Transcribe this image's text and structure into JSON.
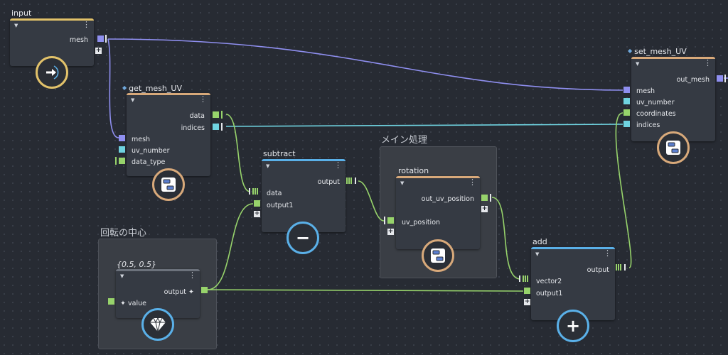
{
  "colors": {
    "background": "#272b33",
    "node_body": "#353a43",
    "mesh_port": "#8f8ff0",
    "uv_port": "#6fd3e0",
    "data_port": "#97d36b",
    "accent_yellow": "#e2c26a",
    "accent_orange": "#d8a97a",
    "accent_blue": "#5ab0e8"
  },
  "groups": {
    "main_process": {
      "title": "メイン処理"
    },
    "rotation_center": {
      "title": "回転の中心"
    }
  },
  "nodes": {
    "input": {
      "title": "input",
      "outputs": [
        "mesh"
      ],
      "icon": "arrow-right-icon"
    },
    "get_mesh_uv": {
      "title": "get_mesh_UV",
      "outputs": [
        "data",
        "indices"
      ],
      "inputs": [
        "mesh",
        "uv_number",
        "data_type"
      ],
      "icon": "compound-icon"
    },
    "subtract": {
      "title": "subtract",
      "outputs": [
        "output"
      ],
      "inputs": [
        "data",
        "output1"
      ],
      "icon": "minus-icon",
      "symbol": "−"
    },
    "rotation": {
      "title": "rotation",
      "outputs": [
        "out_uv_position"
      ],
      "inputs": [
        "uv_position"
      ],
      "icon": "compound-icon"
    },
    "constant": {
      "title": "{0.5, 0.5}",
      "outputs": [
        "output"
      ],
      "inputs": [
        "value"
      ],
      "icon": "diamond-icon"
    },
    "add": {
      "title": "add",
      "outputs": [
        "output"
      ],
      "inputs": [
        "vector2",
        "output1"
      ],
      "icon": "plus-icon",
      "symbol": "+"
    },
    "set_mesh_uv": {
      "title": "set_mesh_UV",
      "outputs": [
        "out_mesh"
      ],
      "inputs": [
        "mesh",
        "uv_number",
        "coordinates",
        "indices"
      ],
      "icon": "compound-icon"
    }
  }
}
